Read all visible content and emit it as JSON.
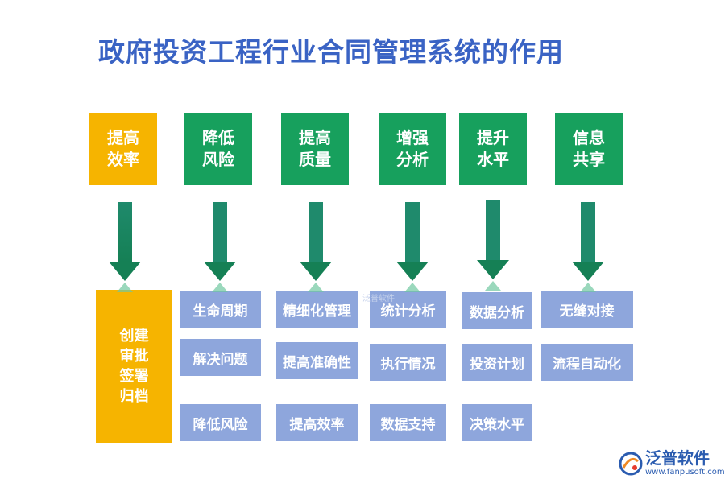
{
  "title": "政府投资工程行业合同管理系统的作用",
  "columns": [
    {
      "top": [
        "提高",
        "效率"
      ],
      "color": "#f6b400",
      "items": []
    },
    {
      "top": [
        "降低",
        "风险"
      ],
      "color": "#17a05d",
      "items": [
        "生命周期",
        "解决问题",
        "降低风险"
      ]
    },
    {
      "top": [
        "提高",
        "质量"
      ],
      "color": "#17a05d",
      "items": [
        "精细化管理",
        "提高准确性",
        "提高效率"
      ]
    },
    {
      "top": [
        "增强",
        "分析"
      ],
      "color": "#17a05d",
      "items": [
        "统计分析",
        "执行情况",
        "数据支持"
      ]
    },
    {
      "top": [
        "提升",
        "水平"
      ],
      "color": "#17a05d",
      "items": [
        "数据分析",
        "投资计划",
        "决策水平"
      ]
    },
    {
      "top": [
        "信息",
        "共享"
      ],
      "color": "#17a05d",
      "items": [
        "无缝对接",
        "流程自动化"
      ]
    }
  ],
  "gold_panel": [
    "创建",
    "审批",
    "签署",
    "归档"
  ],
  "sub_box_color": "#8ea6dc",
  "arrow_color": "#1f8a6c",
  "watermark": "泛普软件",
  "logo": {
    "name": "泛普软件",
    "url": "www.fanpusoft.com"
  }
}
